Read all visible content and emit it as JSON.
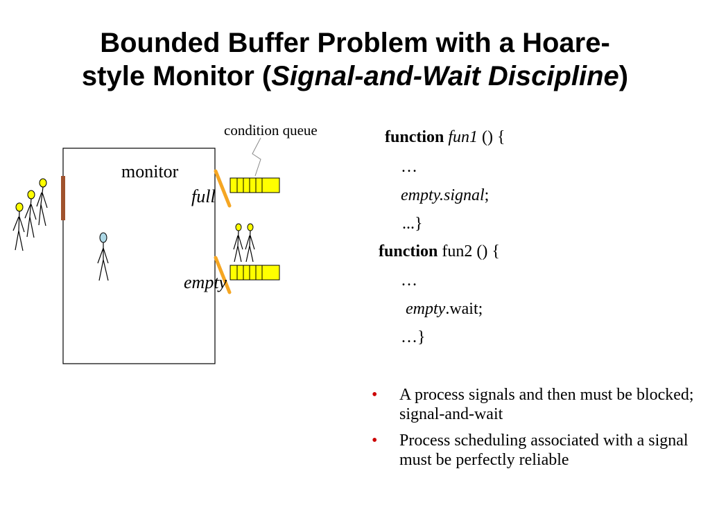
{
  "title": {
    "line1": "Bounded Buffer Problem with a Hoare-",
    "line2_prefix": "style Monitor (",
    "line2_italic": "Signal-and-Wait Discipline",
    "line2_suffix": ")"
  },
  "diagram": {
    "condition_queue_label": "condition queue",
    "monitor_label": "monitor",
    "full_label": "full",
    "empty_label": "empty",
    "colors": {
      "queue_fill": "#ffff00",
      "gate": "#f5a623",
      "entry_door": "#a0522d",
      "waiting_head": "#ffff00",
      "inside_head": "#add8e6"
    }
  },
  "code": {
    "fun1_keyword": "function",
    "fun1_name": "fun1",
    "fun1_parens": " () {",
    "ellipsis1": "…",
    "signal_obj": "empty",
    "signal_call": ".signal",
    "signal_semicolon": ";",
    "fun1_close": "...}",
    "fun2_keyword": "function",
    "fun2_rest": " fun2 () {",
    "ellipsis2": "…",
    "wait_obj": "empty",
    "wait_call": ".wait;",
    "fun2_close": "…}"
  },
  "bullets": [
    {
      "marker": "•",
      "text": "A process signals and then must be blocked; signal-and-wait"
    },
    {
      "marker": "•",
      "text": "Process scheduling associated with a signal must be perfectly reliable"
    }
  ]
}
